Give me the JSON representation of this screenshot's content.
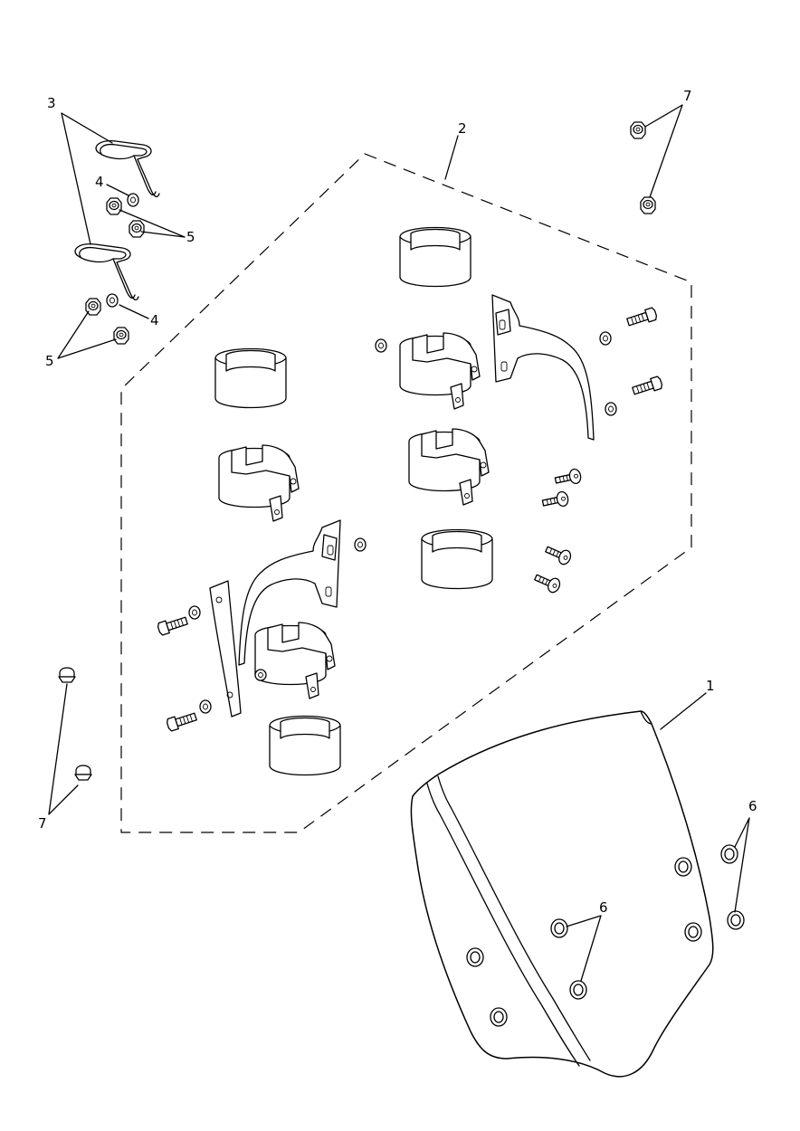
{
  "diagram": {
    "callouts": [
      {
        "id": "c1",
        "label": "1"
      },
      {
        "id": "c2",
        "label": "2"
      },
      {
        "id": "c3",
        "label": "3"
      },
      {
        "id": "c4a",
        "label": "4"
      },
      {
        "id": "c4b",
        "label": "4"
      },
      {
        "id": "c5a",
        "label": "5"
      },
      {
        "id": "c5b",
        "label": "5"
      },
      {
        "id": "c6a",
        "label": "6"
      },
      {
        "id": "c6b",
        "label": "6"
      },
      {
        "id": "c7a",
        "label": "7"
      },
      {
        "id": "c7b",
        "label": "7"
      }
    ]
  }
}
